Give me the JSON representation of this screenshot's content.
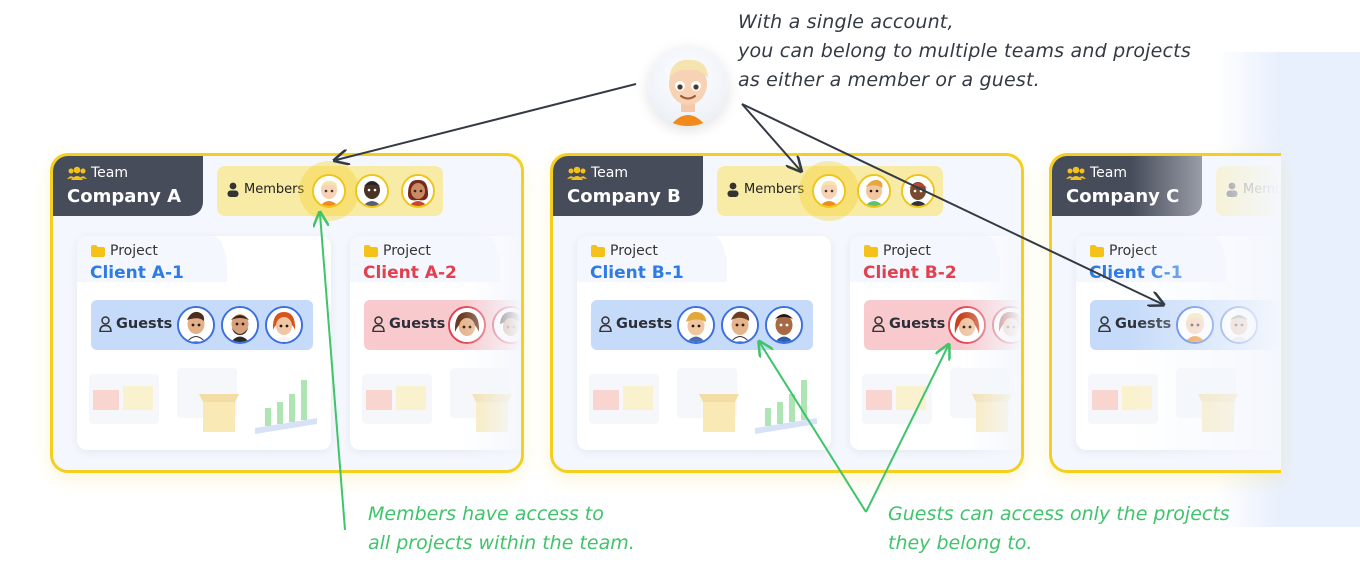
{
  "note_top": [
    "With a single account,",
    "you can belong to multiple teams and projects",
    "as either a member or a guest."
  ],
  "note_members": [
    "Members have access to",
    "all projects within the team."
  ],
  "note_guests": [
    "Guests can access only the projects",
    "they belong to."
  ],
  "labels": {
    "team": "Team",
    "project": "Project",
    "members": "Members",
    "guests": "Guests"
  },
  "teams": [
    {
      "name": "Company A",
      "projects": [
        {
          "name": "Client A-1",
          "color": "#2f7be6",
          "variant": "blue"
        },
        {
          "name": "Client A-2",
          "color": "#e2404e",
          "variant": "red"
        }
      ]
    },
    {
      "name": "Company B",
      "projects": [
        {
          "name": "Client B-1",
          "color": "#2f7be6",
          "variant": "blue"
        },
        {
          "name": "Client B-2",
          "color": "#e2404e",
          "variant": "red"
        }
      ]
    },
    {
      "name": "Company C",
      "projects": [
        {
          "name": "Client C-1",
          "color": "#2f7be6",
          "variant": "blue"
        }
      ]
    }
  ],
  "colors": {
    "team_border": "#f5cf1e",
    "team_tab": "#474c5a",
    "members_bg": "#f8eba6",
    "guests_blue_bg": "#c6dbfa",
    "guests_red_bg": "#f8c9cd",
    "annotation_green": "#3fc46b",
    "arrow_dark": "#333a44"
  }
}
